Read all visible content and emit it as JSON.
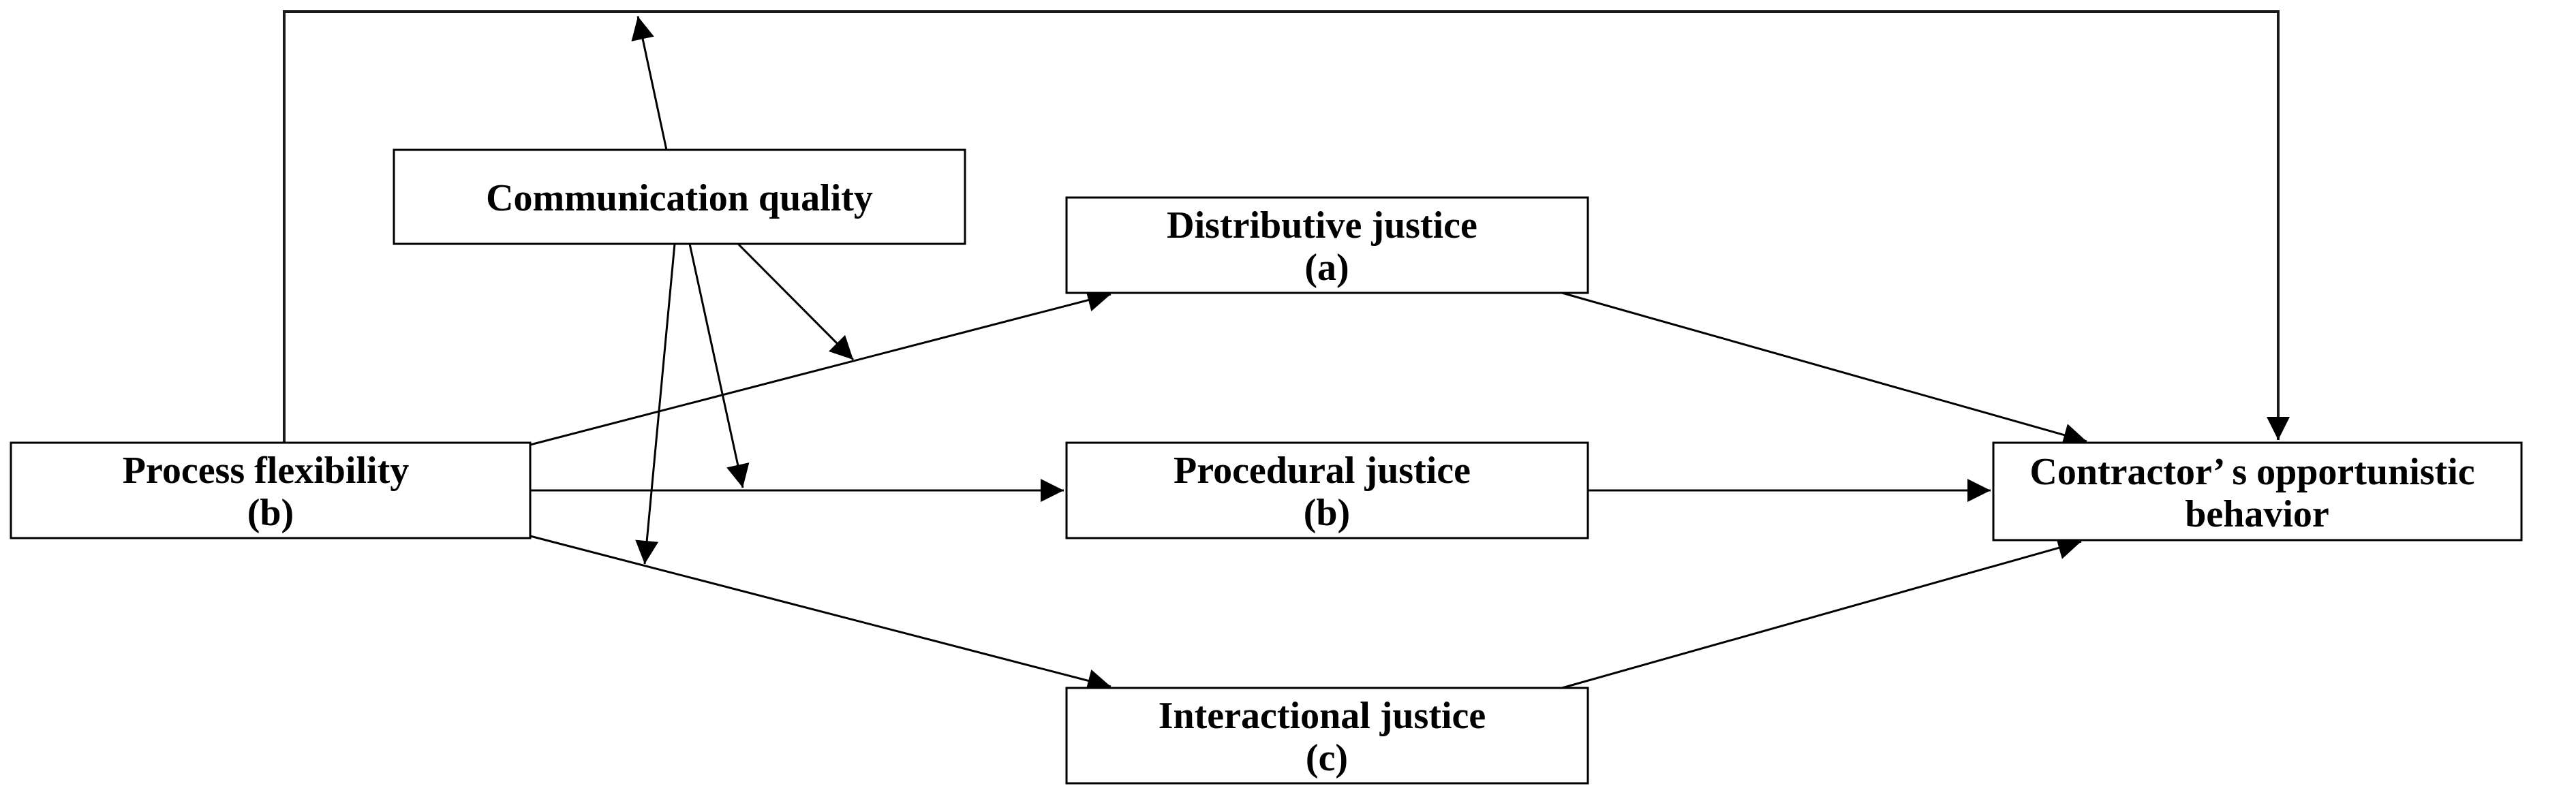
{
  "figure": {
    "type": "conceptual-path-model",
    "background_color": "#ffffff",
    "line_color": "#000000",
    "box_fill": "#ffffff"
  },
  "nodes": {
    "communication_quality": {
      "lines": [
        "Communication quality"
      ]
    },
    "process_flexibility": {
      "lines": [
        "Process flexibility",
        "(b)"
      ]
    },
    "distributive_justice": {
      "lines": [
        "Distributive justice",
        "(a)"
      ]
    },
    "procedural_justice": {
      "lines": [
        "Procedural justice",
        "(b)"
      ]
    },
    "interactional_justice": {
      "lines": [
        "Interactional justice",
        "(c)"
      ]
    },
    "contractor_behavior": {
      "lines": [
        "Contractor’ s opportunistic",
        "behavior"
      ]
    }
  },
  "edges": [
    {
      "from": "Process flexibility",
      "to": "Distributive justice",
      "type": "direct-arrow"
    },
    {
      "from": "Process flexibility",
      "to": "Procedural justice",
      "type": "direct-arrow"
    },
    {
      "from": "Process flexibility",
      "to": "Interactional justice",
      "type": "direct-arrow"
    },
    {
      "from": "Process flexibility",
      "to": "Contractor’ s opportunistic behavior",
      "type": "direct-arrow",
      "route": "over-top"
    },
    {
      "from": "Distributive justice",
      "to": "Contractor’ s opportunistic behavior",
      "type": "direct-arrow"
    },
    {
      "from": "Procedural justice",
      "to": "Contractor’ s opportunistic behavior",
      "type": "direct-arrow"
    },
    {
      "from": "Interactional justice",
      "to": "Contractor’ s opportunistic behavior",
      "type": "direct-arrow"
    },
    {
      "from": "Communication quality",
      "to": "path: Process flexibility → Contractor’ s opportunistic behavior",
      "type": "moderation-arrow"
    },
    {
      "from": "Communication quality",
      "to": "path: Process flexibility → Distributive justice",
      "type": "moderation-arrow"
    },
    {
      "from": "Communication quality",
      "to": "path: Process flexibility → Procedural justice",
      "type": "moderation-arrow"
    },
    {
      "from": "Communication quality",
      "to": "path: Process flexibility → Interactional justice",
      "type": "moderation-arrow"
    }
  ]
}
